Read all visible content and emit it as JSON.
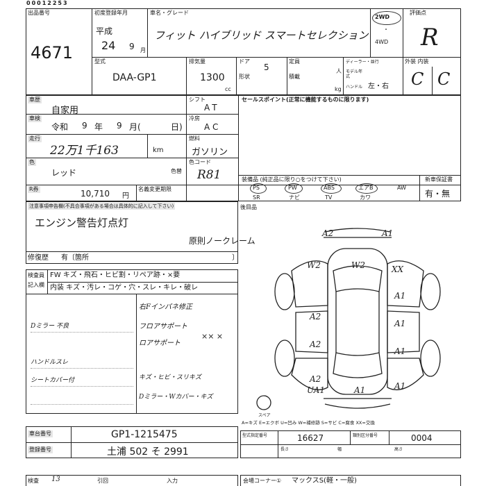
{
  "top_serial": "00012253",
  "listing": {
    "label": "出品番号",
    "number": "4671"
  },
  "first_registration": {
    "label": "初度登録年月",
    "era": "平成",
    "year": "24",
    "month": "9",
    "month_unit": "月"
  },
  "model_name": {
    "label": "車名・グレード",
    "value": "フィット ハイブリッド スマートセレクション"
  },
  "drive": {
    "option1": "2WD",
    "dot": "・",
    "option2": "4WD"
  },
  "grade": {
    "label": "評価点",
    "value": "R"
  },
  "model_code": {
    "label": "型式",
    "value": "DAA-GP1"
  },
  "displacement": {
    "label": "排気量",
    "value": "1300",
    "unit": "cc"
  },
  "doors": {
    "label": "ドア",
    "value": "5"
  },
  "body_type": {
    "label": "形状"
  },
  "capacity": {
    "label": "定員",
    "unit": "人"
  },
  "load": {
    "label": "積載",
    "unit": "kg"
  },
  "dealer": {
    "label": "ディーラー・並行"
  },
  "model_year": {
    "label": "モデル年式"
  },
  "handle": {
    "label": "ハンドル",
    "value": "左・右"
  },
  "exterior_interior": {
    "label": "外装 内装",
    "exterior": "C",
    "interior": "C"
  },
  "usage": {
    "label": "車歴",
    "value": "自家用"
  },
  "shift": {
    "label": "シフト",
    "value": "AT"
  },
  "inspection": {
    "label": "車検",
    "era": "令和",
    "year": "9",
    "year_unit": "年",
    "month": "9",
    "month_unit": "月(",
    "day_unit": "日)"
  },
  "ac": {
    "label": "冷房",
    "value": "AC"
  },
  "mileage": {
    "label": "走行",
    "value": "22万1千163",
    "unit": "km"
  },
  "fuel": {
    "label": "燃料",
    "value": "ガソリン"
  },
  "color": {
    "label": "色",
    "value": "レッド",
    "code_label": "色替",
    "code_box_label": "色コード",
    "code_value": "R81"
  },
  "recycle": {
    "label": "R券",
    "value": "10,710",
    "unit": "円"
  },
  "name_change": {
    "label": "名義変更期限"
  },
  "sales_points": {
    "label": "セールスポイント(正常に機能するものに限ります)"
  },
  "equipment": {
    "label": "装備品 (純正品に限り○をつけて下さい)",
    "cert_label": "新車保証書",
    "cert_value": "有・無",
    "row1": [
      "PS",
      "PW",
      "ABS",
      "エアB",
      "AW"
    ],
    "row2": [
      "SR",
      "ナビ",
      "TV",
      "カワ"
    ]
  },
  "rear_seat": {
    "label": "後目品"
  },
  "notes": {
    "label": "注意事項申告欄(不具合事項がある場合は具体的に記入して下さい)",
    "line1": "エンジン警告灯点灯",
    "line2": "原則ノークレーム"
  },
  "repair": {
    "label": "修復歴",
    "value": "有〔箇所",
    "close": "〕"
  },
  "inspector_mark": {
    "label1": "検査員",
    "label2": "記入欄",
    "row1": "FW キズ・飛石・ヒビ割・リペア跡・×要",
    "row2": "内装 キズ・汚レ・コゲ・穴・スレ・キレ・破レ"
  },
  "inspector_notes": {
    "l1": "Dミラー 不良",
    "l2": "ハンドルスレ",
    "l3": "シートカバー付",
    "r1": "右Fインパネ修正",
    "r2": "フロアサポート",
    "r3": "ロアサポート",
    "r3_mark": "×× ×",
    "r4": "キズ・ヒビ・スリキズ",
    "r5": "Dミラー・Wカバー・キズ"
  },
  "diagram_marks": [
    "A2",
    "A1",
    "W2",
    "W2",
    "XX",
    "A1",
    "A2",
    "A1",
    "A2",
    "A1",
    "A2",
    "UA1",
    "A1",
    "A1"
  ],
  "spare_label": "スペア",
  "legend": "A=キズ E=エクボ U=凹み W=補修跡 S=サビ C=腐食 XX=交換",
  "chassis": {
    "label": "車台番号",
    "value": "GP1-1215475"
  },
  "plate": {
    "label": "登録番号",
    "value": "土浦 502 そ 2991"
  },
  "model_category": {
    "label": "型式指定番号",
    "value": "16627"
  },
  "class_category": {
    "label": "類別区分番号",
    "value": "0004"
  },
  "dims": {
    "length": "長さ",
    "width": "幅",
    "height": "高さ"
  },
  "bottom": {
    "label1": "検査",
    "v1": "13",
    "label2": "引回",
    "label3": "入力",
    "label4": "会場コーナー①",
    "v4": "マックスS(軽・一般)"
  }
}
